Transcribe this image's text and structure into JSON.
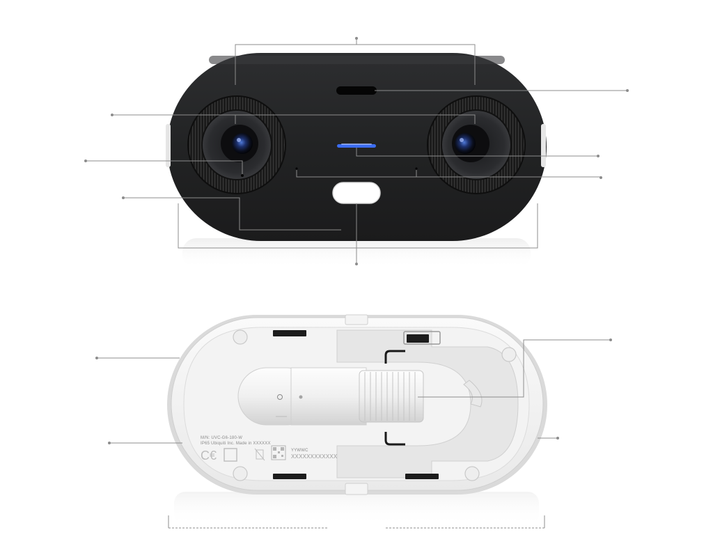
{
  "colors": {
    "callout_line": "#8c8c8c",
    "camera_body": "#222324",
    "lens_ring": "#141414",
    "status_led": "#3b6cf0",
    "mount_plate": "#f1f1f1",
    "mount_rim": "#d6d6d6"
  },
  "mount_label": {
    "model": "M/N: UVC-G6-180-W",
    "ratings": "IP65    Ubiquiti Inc.    Made in XXXXXX",
    "date_code": "YYWWC",
    "serial": "XXXXXXXXXXXX"
  },
  "icons": [
    "ce-mark",
    "ukca-mark",
    "weee-bin-icon",
    "qr-code-icon"
  ]
}
